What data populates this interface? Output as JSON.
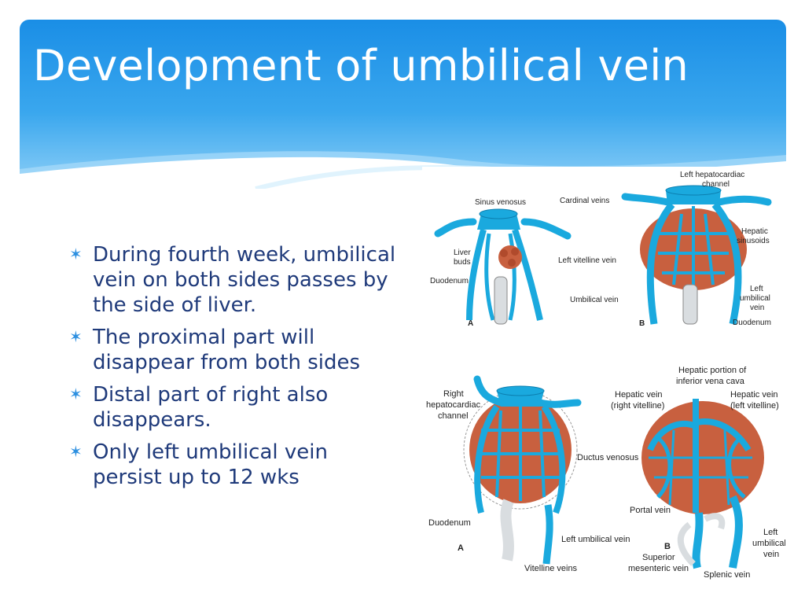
{
  "slide": {
    "title": "Development of umbilical vein",
    "bullets": [
      "During fourth week, umbilical vein on both sides passes by the side of liver.",
      "The proximal part will disappear from both sides",
      "Distal part of right also disappears.",
      "Only left umbilical vein persist up to 12 wks"
    ],
    "bullet_icon": "star-bullet-icon",
    "colors": {
      "header": "#1a8ee6",
      "text": "#1f3a7a",
      "vein": "#1aa9de",
      "liver": "#c8603f"
    }
  },
  "figure": {
    "top_a": {
      "sinus": "Sinus venosus",
      "cardinal": "Cardinal veins",
      "liver": "Liver",
      "buds": "buds",
      "left_vitelline": "Left vitelline vein",
      "duodenum": "Duodenum",
      "umbilical": "Umbilical vein",
      "letter": "A"
    },
    "top_b": {
      "hep1": "Left hepatocardiac",
      "hep2": "channel",
      "sin1": "Hepatic",
      "sin2": "sinusoids",
      "lu1": "Left",
      "lu2": "umbilical",
      "lu3": "vein",
      "duodenum": "Duodenum",
      "letter": "B"
    },
    "bottom_a": {
      "r1": "Right",
      "r2": "hepatocardiac",
      "r3": "channel",
      "duodenum": "Duodenum",
      "left_umbilical": "Left umbilical vein",
      "vitelline": "Vitelline veins",
      "letter": "A"
    },
    "bottom_b": {
      "ivc1": "Hepatic portion of",
      "ivc2": "inferior vena cava",
      "rv1": "Hepatic vein",
      "rv2": "(right vitelline)",
      "lv1": "Hepatic vein",
      "lv2": "(left vitelline)",
      "ductus": "Ductus venosus",
      "portal": "Portal vein",
      "sm1": "Superior",
      "sm2": "mesenteric vein",
      "splenic": "Splenic vein",
      "lu1": "Left",
      "lu2": "umbilical",
      "lu3": "vein",
      "letter": "B"
    }
  }
}
